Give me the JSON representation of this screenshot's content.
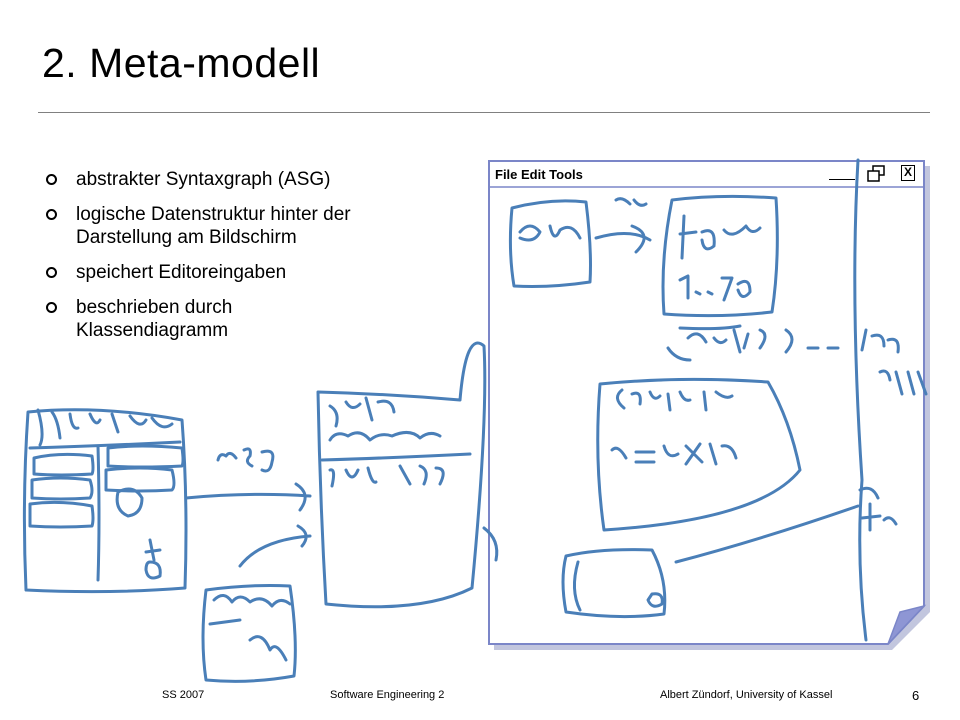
{
  "slide": {
    "title": "2. Meta-modell",
    "bullets": [
      "abstrakter Syntaxgraph (ASG)",
      "logische Datenstruktur hinter der Darstellung am Bildschirm",
      "speichert Editoreingaben",
      "beschrieben durch Klassendiagramm"
    ]
  },
  "window": {
    "menu_label": "File Edit Tools",
    "close_label": "X",
    "fill_color": "#ffffff",
    "border_color": "#7b86c8",
    "fold_color": "#8e96d4"
  },
  "ink": {
    "color": "#4a7fb8"
  },
  "footer": {
    "left": "SS 2007",
    "center": "Software Engineering 2",
    "right": "Albert Zündorf, University of Kassel",
    "page": "6"
  }
}
